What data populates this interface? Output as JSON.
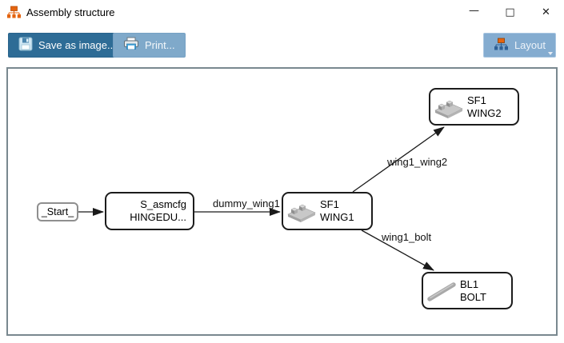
{
  "window": {
    "title": "Assembly structure",
    "controls": {
      "minimize": "—",
      "maximize": "□",
      "close": "✕"
    }
  },
  "toolbar": {
    "save_label": "Save as image...",
    "print_label": "Print...",
    "layout_label": "Layout"
  },
  "diagram": {
    "nodes": {
      "start": {
        "label": "_Start_"
      },
      "asmcfg": {
        "line1": "S_asmcfg",
        "line2": "HINGEDU..."
      },
      "wing1": {
        "line1": "SF1",
        "line2": "WING1"
      },
      "wing2": {
        "line1": "SF1",
        "line2": "WING2"
      },
      "bolt": {
        "line1": "BL1",
        "line2": "BOLT"
      }
    },
    "edges": {
      "start_asmcfg": {
        "label": ""
      },
      "asmcfg_wing1": {
        "label": "dummy_wing1"
      },
      "wing1_wing2": {
        "label": "wing1_wing2"
      },
      "wing1_bolt": {
        "label": "wing1_bolt"
      }
    }
  },
  "icons": {
    "app": "hierarchy-icon",
    "save": "floppy-disk-icon",
    "print": "printer-icon",
    "layout": "hierarchy-icon",
    "layout_dropdown": "dropdown-arrow-icon",
    "wing_part": "3d-plate-part-icon",
    "bolt_part": "bolt-rod-icon"
  },
  "colors": {
    "save_button_bg": "#2e6c96",
    "print_button_bg": "#7fa9ca",
    "layout_button_bg": "#84acd0",
    "canvas_border": "#79888f",
    "accent_orange": "#e4640f",
    "accent_blue": "#2e6096",
    "edge_color": "#1a1a1a"
  }
}
